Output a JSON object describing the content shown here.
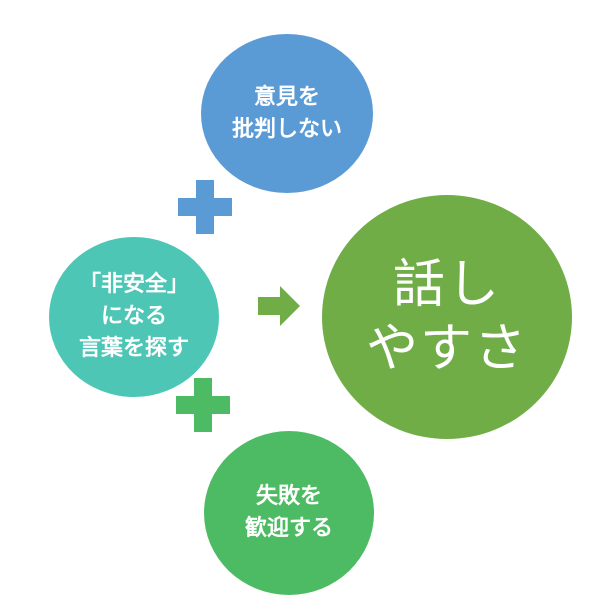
{
  "nodes": {
    "top": {
      "lines": [
        "意見を",
        "批判しない"
      ],
      "color": "#5b9bd5"
    },
    "left": {
      "lines": [
        "「非安全」",
        "になる",
        "言葉を探す"
      ],
      "color": "#4ec6b6"
    },
    "bottom": {
      "lines": [
        "失敗を",
        "歓迎する"
      ],
      "color": "#4dbb63"
    },
    "result": {
      "lines": [
        "話し",
        "やすさ"
      ],
      "color": "#70ad47"
    }
  },
  "connectors": {
    "plus_icon": "plus-icon",
    "arrow_icon": "right-arrow-icon",
    "arrow_color": "#70ad47"
  }
}
